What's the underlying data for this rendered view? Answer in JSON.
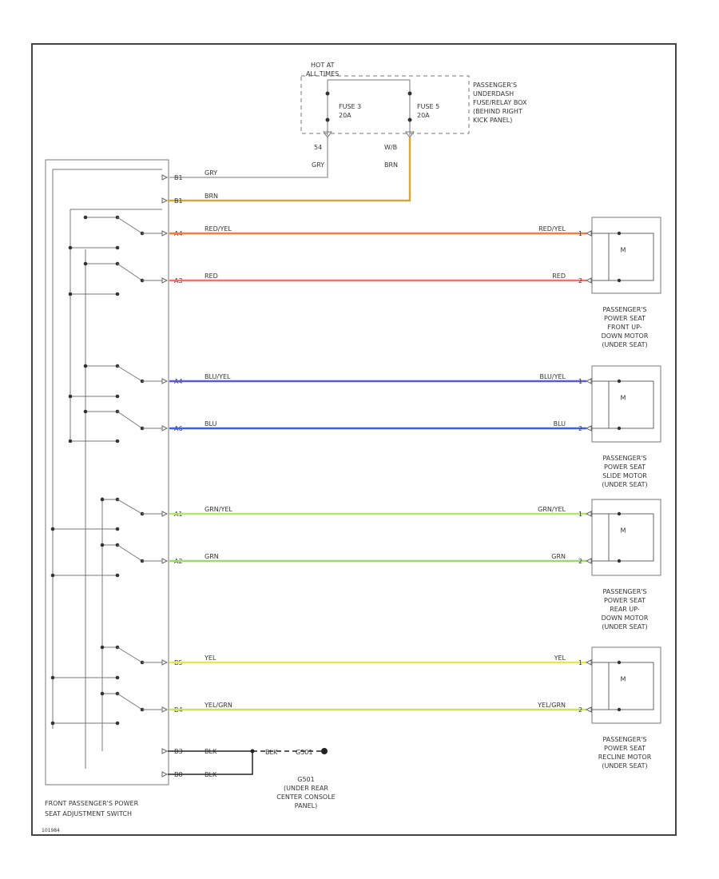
{
  "fuse_box": {
    "hot_label": [
      "HOT AT",
      "ALL TIMES"
    ],
    "fuses": [
      {
        "name": "FUSE 3",
        "rating": "20A",
        "circuit": "54",
        "wire": "GRY"
      },
      {
        "name": "FUSE 5",
        "rating": "20A",
        "circuit": "W/B",
        "wire": "BRN"
      }
    ],
    "location": [
      "PASSENGER'S",
      "UNDERDASH",
      "FUSE/RELAY BOX",
      "(BEHIND RIGHT",
      "KICK PANEL)"
    ]
  },
  "switch_pins": [
    {
      "pin": "B1",
      "wire": "GRY",
      "color": "#bbbbbb"
    },
    {
      "pin": "B1",
      "wire": "BRN",
      "color": "#d4a83a"
    },
    {
      "pin": "A4",
      "wire": "RED/YEL",
      "color": "#ff7a3a"
    },
    {
      "pin": "A3",
      "wire": "RED",
      "color": "#ff6b6b"
    },
    {
      "pin": "A4",
      "wire": "BLU/YEL",
      "color": "#5a5ad6"
    },
    {
      "pin": "A6",
      "wire": "BLU",
      "color": "#3f5fe6"
    },
    {
      "pin": "A1",
      "wire": "GRN/YEL",
      "color": "#b5e66a"
    },
    {
      "pin": "A2",
      "wire": "GRN",
      "color": "#9adb6a"
    },
    {
      "pin": "B5",
      "wire": "YEL",
      "color": "#e8e84a"
    },
    {
      "pin": "B4",
      "wire": "YEL/GRN",
      "color": "#c8e464"
    },
    {
      "pin": "B3",
      "wire": "BLK",
      "color": "#222222"
    },
    {
      "pin": "B8",
      "wire": "BLK",
      "color": "#222222"
    }
  ],
  "motor_pins": [
    {
      "wire": "RED/YEL",
      "pin": "1"
    },
    {
      "wire": "RED",
      "pin": "2"
    },
    {
      "wire": "BLU/YEL",
      "pin": "1"
    },
    {
      "wire": "BLU",
      "pin": "2"
    },
    {
      "wire": "GRN/YEL",
      "pin": "1"
    },
    {
      "wire": "GRN",
      "pin": "2"
    },
    {
      "wire": "YEL",
      "pin": "1"
    },
    {
      "wire": "YEL/GRN",
      "pin": "2"
    }
  ],
  "motor_symbol": "M",
  "motors": [
    {
      "caption": [
        "PASSENGER'S",
        "POWER SEAT",
        "FRONT UP-",
        "DOWN MOTOR",
        "(UNDER SEAT)"
      ]
    },
    {
      "caption": [
        "PASSENGER'S",
        "POWER SEAT",
        "SLIDE MOTOR",
        "(UNDER SEAT)"
      ]
    },
    {
      "caption": [
        "PASSENGER'S",
        "POWER SEAT",
        "REAR UP-",
        "DOWN MOTOR",
        "(UNDER SEAT)"
      ]
    },
    {
      "caption": [
        "PASSENGER'S",
        "POWER SEAT",
        "RECLINE MOTOR",
        "(UNDER SEAT)"
      ]
    }
  ],
  "ground": {
    "wire": "BLK",
    "name": "G501",
    "caption": [
      "G501",
      "(UNDER REAR",
      "CENTER CONSOLE",
      "PANEL)"
    ]
  },
  "switch_caption": [
    "FRONT PASSENGER'S POWER",
    "SEAT ADJUSTMENT SWITCH"
  ],
  "figure_id": "101984"
}
